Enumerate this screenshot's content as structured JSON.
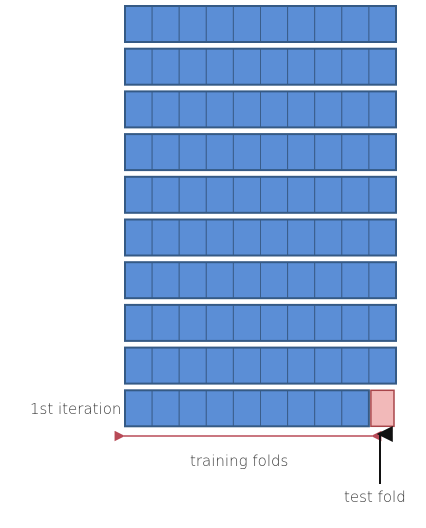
{
  "diagram": {
    "rows": 10,
    "folds_per_row": 10,
    "highlighted_row": 10,
    "highlighted_fold": 10,
    "colors": {
      "training_fill": "#5b8ed6",
      "training_stroke": "#3a5d8a",
      "row_frame": "#355a85",
      "test_fill": "#f2b9b9",
      "test_stroke": "#a8454a",
      "bracket": "#b84a57",
      "arrow": "#111111"
    }
  },
  "labels": {
    "iteration": "1st iteration",
    "training": "training folds",
    "test": "test fold"
  }
}
